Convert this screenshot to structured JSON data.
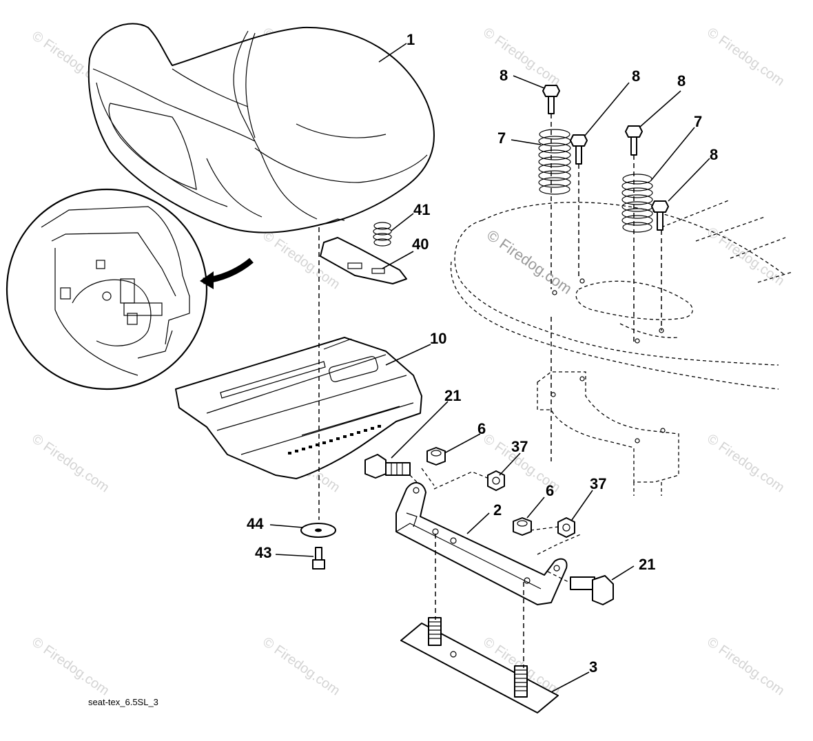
{
  "diagram": {
    "figure_code": "seat-tex_6.5SL_3",
    "watermark_text": "© Firedog.com",
    "callouts": [
      "1",
      "8",
      "8",
      "8",
      "8",
      "7",
      "7",
      "41",
      "40",
      "10",
      "21",
      "6",
      "37",
      "6",
      "37",
      "2",
      "21",
      "44",
      "43",
      "3"
    ],
    "colors": {
      "line": "#000000",
      "watermark": "#d4d4d4"
    }
  }
}
